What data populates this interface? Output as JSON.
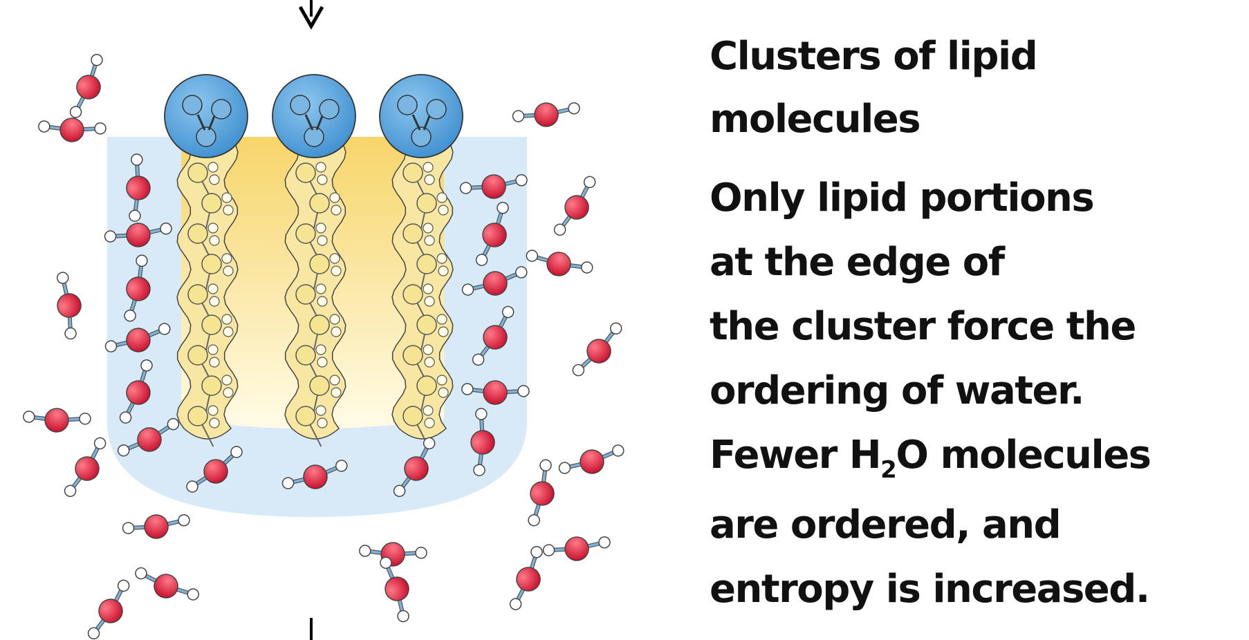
{
  "caption": {
    "title_lines": [
      "Clusters of lipid",
      "molecules"
    ],
    "body_lines": [
      "Only lipid portions",
      "at the edge of",
      "the cluster force the",
      "ordering of water."
    ],
    "formula_line": {
      "before": "Fewer H",
      "subscript": "2",
      "after": "O molecules"
    },
    "tail_lines": [
      "are ordered, and",
      "entropy is increased."
    ]
  },
  "colors": {
    "water_oxygen": "#d7263d",
    "water_hydrogen": "#ffffff",
    "bond": "#7fb2d8",
    "headgroup": "#4a9ad7",
    "lipid_tail": "#f7e7a3",
    "cluster_water": "#d8eaf7",
    "cluster_core": "#f7d96b"
  },
  "icons": [
    "arrow-down-icon"
  ]
}
